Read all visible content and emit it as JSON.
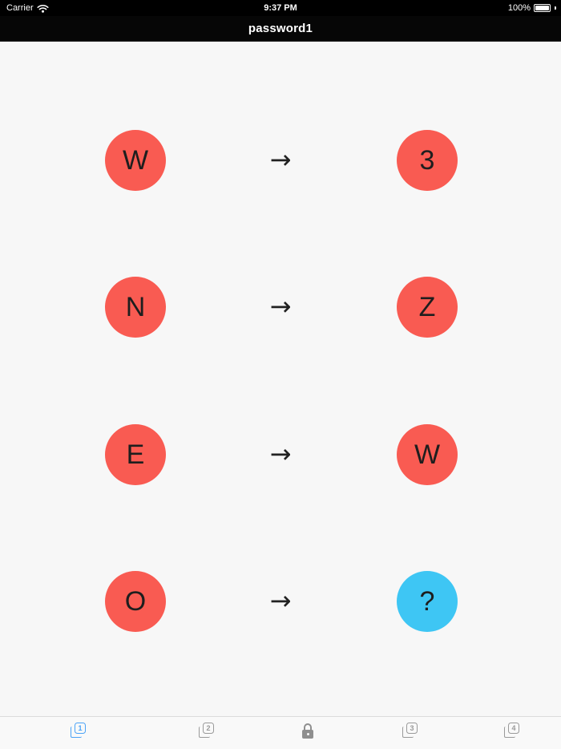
{
  "status_bar": {
    "carrier": "Carrier",
    "time": "9:37 PM",
    "battery_percent": "100%"
  },
  "nav_bar": {
    "title": "password1"
  },
  "puzzle": {
    "arrow": "→",
    "rows": [
      {
        "input": "W",
        "output": "3",
        "output_type": "solved"
      },
      {
        "input": "N",
        "output": "Z",
        "output_type": "solved"
      },
      {
        "input": "E",
        "output": "W",
        "output_type": "solved"
      },
      {
        "input": "O",
        "output": "?",
        "output_type": "unknown"
      }
    ]
  },
  "tab_bar": {
    "items": [
      {
        "label": "1",
        "type": "pages",
        "active": true
      },
      {
        "label": "2",
        "type": "pages",
        "active": false
      },
      {
        "label": "",
        "type": "lock",
        "active": false
      },
      {
        "label": "3",
        "type": "pages",
        "active": false
      },
      {
        "label": "4",
        "type": "pages",
        "active": false
      }
    ]
  },
  "colors": {
    "circle_red": "#f95b52",
    "circle_blue": "#3ec6f4",
    "tab_active": "#4ba3f7",
    "tab_inactive": "#9a9a9a"
  }
}
